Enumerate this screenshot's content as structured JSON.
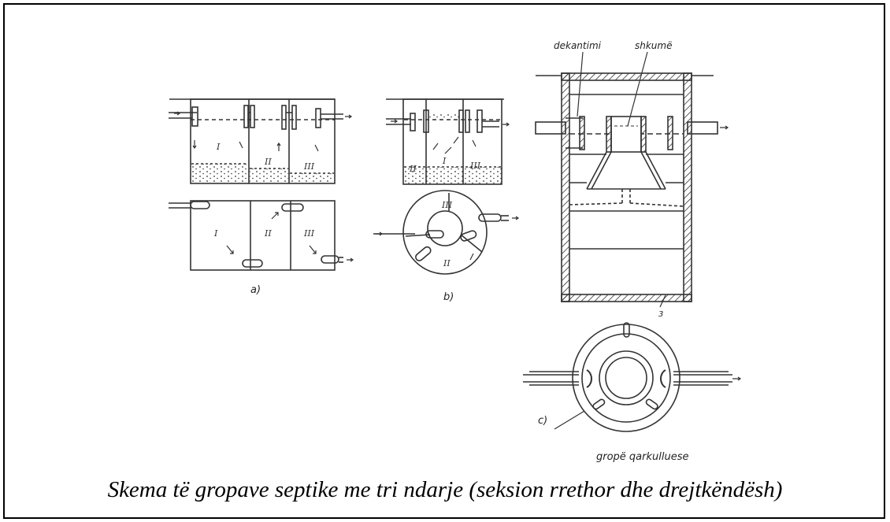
{
  "labels": {
    "decanting": "dekantimi",
    "foam": "shkumë",
    "circulating_pit": "gropë qarkulluese",
    "fig_a": "a)",
    "fig_b": "b)",
    "fig_c": "c)",
    "num_3": "3"
  },
  "chambers": {
    "one": "I",
    "two": "II",
    "three": "III"
  },
  "caption": "Skema të gropave septike me tri ndarje (seksion rrethor dhe drejtkëndësh)"
}
